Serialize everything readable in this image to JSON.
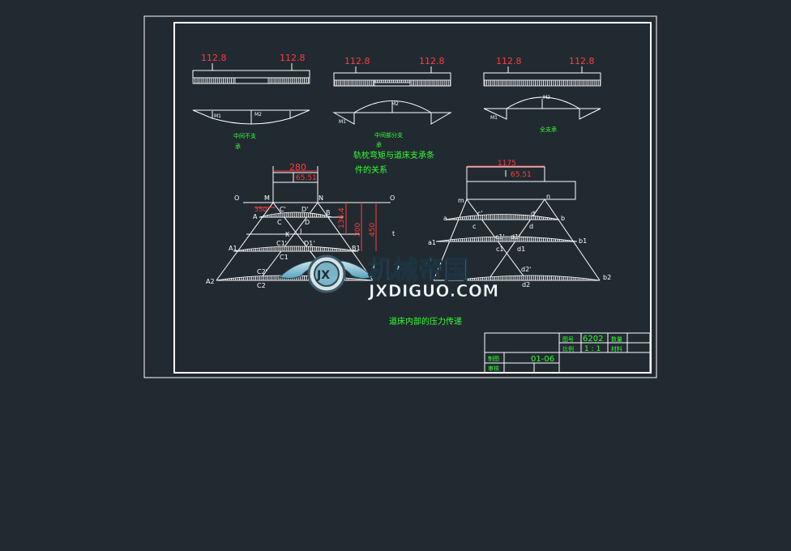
{
  "beams": [
    {
      "left_label": "112.8",
      "right_label": "112.8",
      "caption": "中间不支承",
      "m_left": "M1",
      "m_right": "M2"
    },
    {
      "left_label": "112.8",
      "right_label": "112.8",
      "caption": "中间部分支承",
      "m_left": "M1",
      "m_mid": "M2"
    },
    {
      "left_label": "112.8",
      "right_label": "112.8",
      "caption": "全支承",
      "m_left": "M1",
      "m_mid": "M2"
    }
  ],
  "heading_relation": [
    "轨枕弯矩与道床支承条",
    "件的关系"
  ],
  "left_diagram": {
    "dim_top": "280",
    "dim_top2": "65.51",
    "dim_angle": "350",
    "dim_v1": "136.4",
    "dim_v2": "300",
    "dim_v3": "450",
    "labels": {
      "O_left": "O",
      "M": "M",
      "N": "N",
      "O_right": "O",
      "A": "A",
      "Cp": "C'",
      "Dp": "D'",
      "B": "B",
      "C": "C",
      "D": "D",
      "K": "K",
      "J": "J",
      "t": "t",
      "A1": "A1",
      "C1p": "C1'",
      "D1p": "D1'",
      "B1": "B1",
      "C1": "C1",
      "A2": "A2",
      "C2p": "C2'",
      "C2": "C2"
    }
  },
  "right_diagram": {
    "dim_top": "1175",
    "dim_top2": "65.51",
    "labels": {
      "m": "m",
      "n": "n",
      "a": "a",
      "cp": "c'",
      "dp": "d'",
      "b": "b",
      "c": "c",
      "d": "d",
      "a1": "a1",
      "c1p": "c1'",
      "d1p": "d1'",
      "b1": "b1",
      "c1": "c1",
      "d1": "d1",
      "d2p": "d2'",
      "b2": "b2",
      "d2": "d2"
    }
  },
  "caption_pressure": "道床内部的压力传递",
  "watermark": {
    "brand": "机械帝国",
    "url": "JXDIGUO.COM",
    "badge": "JX"
  },
  "title_block": {
    "row1": [
      "图号",
      "6202",
      "数量",
      ""
    ],
    "row2": [
      "比例",
      "1 : 1",
      "材料",
      ""
    ],
    "drawn_label": "制图",
    "drawing_no": "01-06",
    "check_label": "审核"
  }
}
